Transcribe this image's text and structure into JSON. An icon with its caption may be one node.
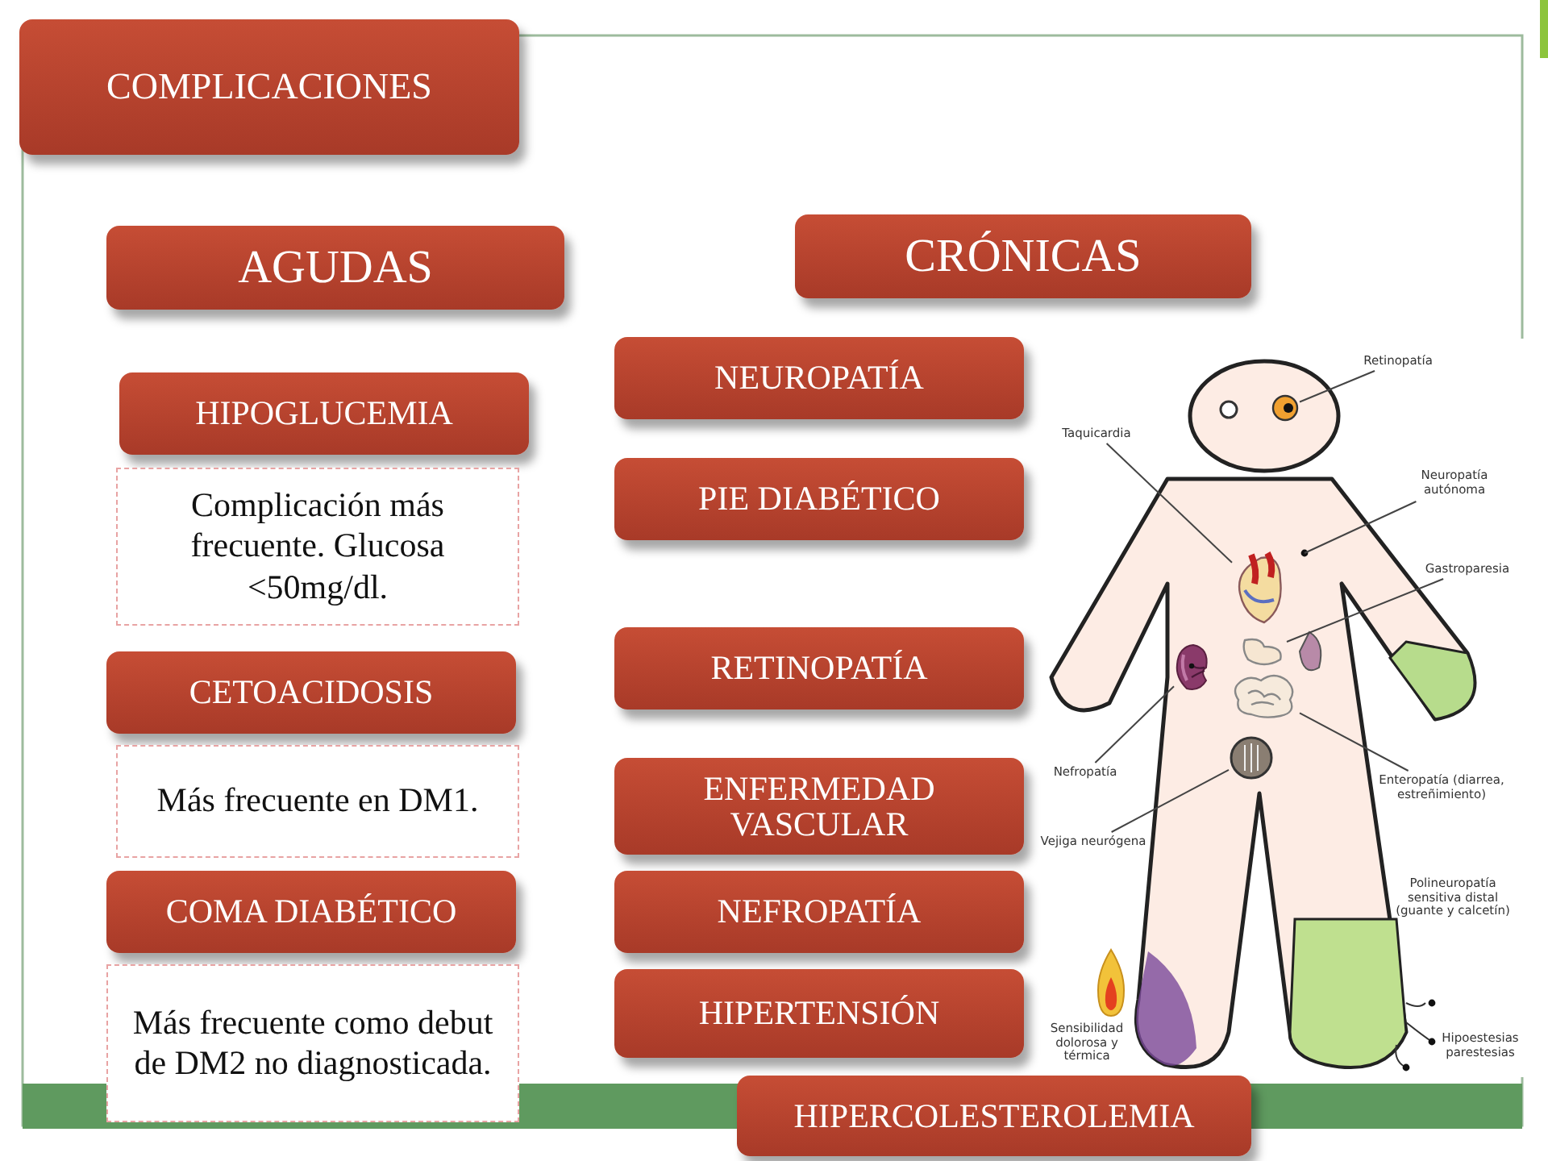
{
  "diagram": {
    "nodes": [
      {
        "text": [
          "COMPLICACIONES"
        ]
      },
      {
        "text": [
          "AGUDAS"
        ]
      },
      {
        "text": [
          "HIPOGLUCEMIA"
        ]
      },
      {
        "text": [
          "Complicación más frecuente. Glucosa <50mg/dl."
        ]
      },
      {
        "text": [
          "CETOACIDOSIS"
        ]
      },
      {
        "text": [
          "Más frecuente en DM1."
        ]
      },
      {
        "text": [
          "COMA DIABÉTICO"
        ]
      },
      {
        "text": [
          "Más frecuente como debut de DM2 no diagnosticada."
        ]
      },
      {
        "text": [
          "CRÓNICAS"
        ]
      },
      {
        "text": [
          "NEUROPATÍA"
        ]
      },
      {
        "text": [
          "PIE DIABÉTICO"
        ]
      },
      {
        "text": [
          "RETINOPATÍA"
        ]
      },
      {
        "text": [
          "ENFERMEDAD VASCULAR"
        ]
      },
      {
        "text": [
          "NEFROPATÍA"
        ]
      },
      {
        "text": [
          "HIPERTENSIÓN"
        ]
      },
      {
        "text": [
          "HIPERCOLESTEROLEMIA"
        ]
      },
      {
        "text": [
          "Retinopatía"
        ]
      },
      {
        "text": [
          "Taquicardia"
        ]
      },
      {
        "text": [
          "Neuropatía autónoma"
        ]
      },
      {
        "text": [
          "Gastroparesia"
        ]
      },
      {
        "text": [
          "Nefropatía"
        ]
      },
      {
        "text": [
          "Enteropatía (diarrea, estreñimiento)"
        ]
      },
      {
        "text": [
          "Vejiga neurógena"
        ]
      },
      {
        "text": [],
        "shape": "picture"
      },
      {
        "text": [],
        "shape": "picture"
      },
      {
        "text": [],
        "shape": "picture"
      },
      {
        "text": [],
        "shape": "picture"
      },
      {
        "text": [],
        "shape": "picture"
      },
      {
        "text": [],
        "shape": "picture"
      }
    ],
    "edges": [
      {
        "from": 16,
        "to": 23,
        "arrow": "none"
      },
      {
        "from": 17,
        "to": 24,
        "arrow": "none"
      },
      {
        "from": 18,
        "to": null,
        "arrow": "none"
      },
      {
        "from": 19,
        "to": 25,
        "arrow": "none"
      },
      {
        "from": 20,
        "to": 26,
        "arrow": "none"
      },
      {
        "from": 21,
        "to": 27,
        "arrow": "none"
      },
      {
        "from": 22,
        "to": 28,
        "arrow": "none"
      }
    ],
    "labels": [
      "Polineuropatía sensitiva distal (guante y calcetín)",
      "Sensibilidad dolorosa y térmica",
      "Hipoestesias parestesias"
    ]
  }
}
